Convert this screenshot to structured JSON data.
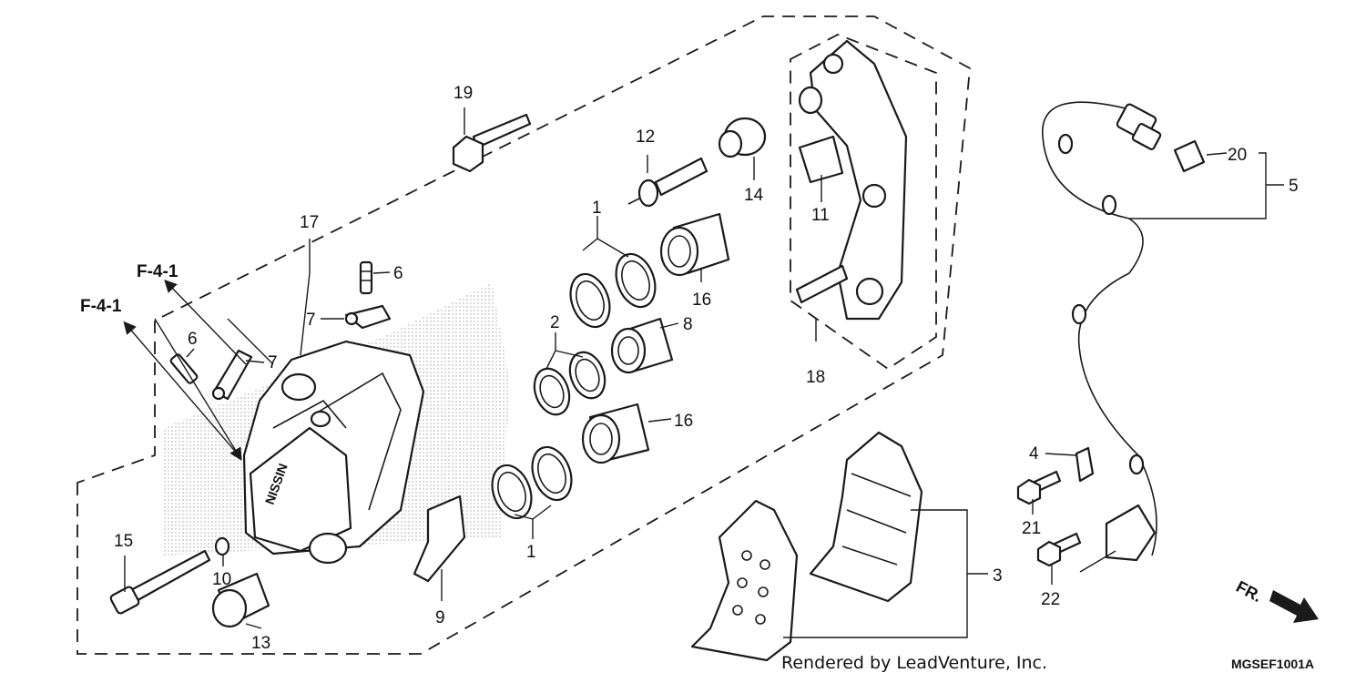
{
  "callouts": {
    "c1a": "1",
    "c1b": "1",
    "c2": "2",
    "c3": "3",
    "c4": "4",
    "c5": "5",
    "c6a": "6",
    "c6b": "6",
    "c7a": "7",
    "c7b": "7",
    "c8": "8",
    "c9": "9",
    "c10": "10",
    "c11": "11",
    "c12": "12",
    "c13": "13",
    "c14": "14",
    "c15": "15",
    "c16a": "16",
    "c16b": "16",
    "c17": "17",
    "c18": "18",
    "c19": "19",
    "c20": "20",
    "c21": "21",
    "c22": "22"
  },
  "refs": {
    "ref_top": "F-4-1",
    "ref_left": "F-4-1"
  },
  "direction_label": "FR.",
  "watermark": "Rendered by LeadVenture, Inc.",
  "diagram_code": "MGSEF1001A",
  "colors": {
    "line": "#1a1a1a",
    "background": "#ffffff"
  }
}
